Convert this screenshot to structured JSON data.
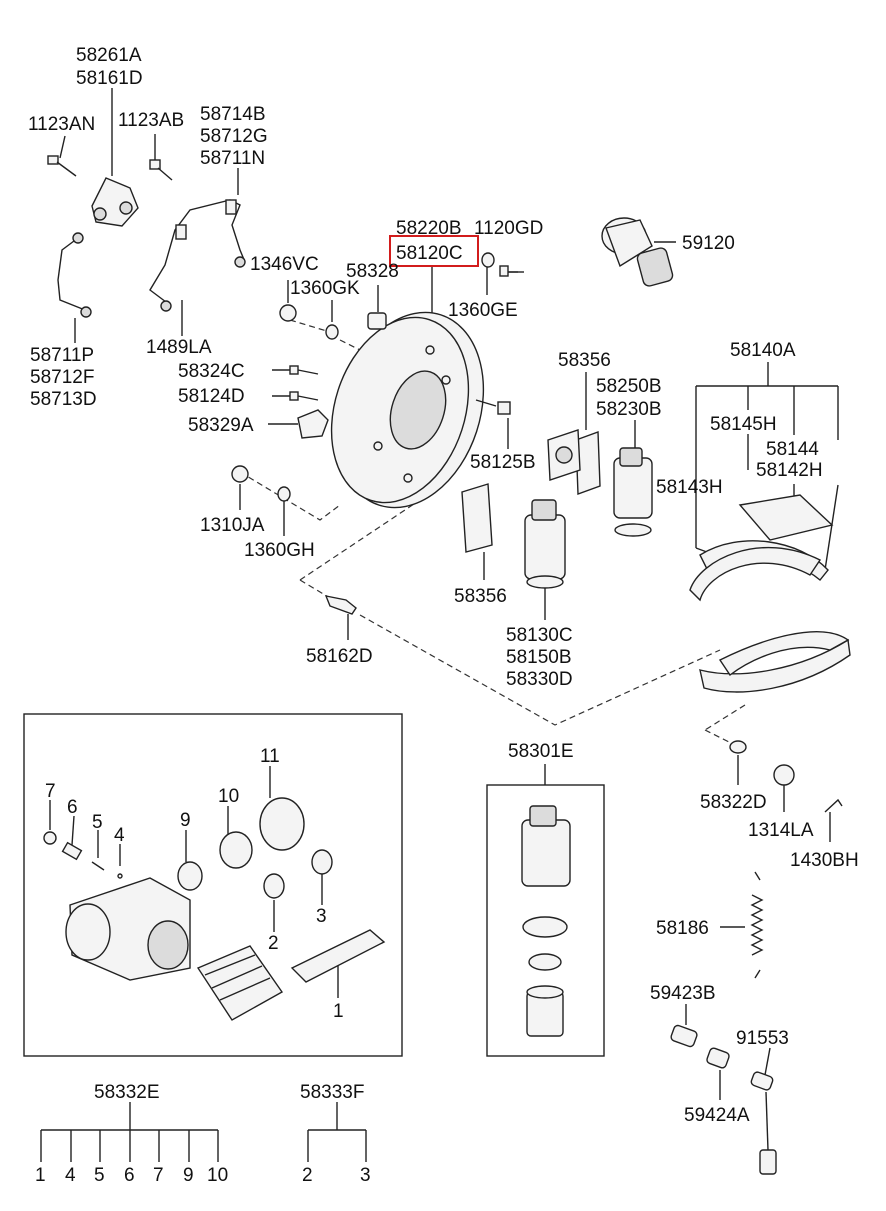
{
  "highlight_color": "#d21c1c",
  "labels": [
    {
      "id": "l1",
      "text": "58261A"
    },
    {
      "id": "l2",
      "text": "58161D"
    },
    {
      "id": "l3",
      "text": "1123AN"
    },
    {
      "id": "l4",
      "text": "1123AB"
    },
    {
      "id": "l5",
      "text": "58714B"
    },
    {
      "id": "l6",
      "text": "58712G"
    },
    {
      "id": "l7",
      "text": "58711N"
    },
    {
      "id": "l8",
      "text": "58220B"
    },
    {
      "id": "l9",
      "text": "1120GD"
    },
    {
      "id": "l10",
      "text": "58120C",
      "highlighted": true
    },
    {
      "id": "l11",
      "text": "59120"
    },
    {
      "id": "l12",
      "text": "1346VC"
    },
    {
      "id": "l13",
      "text": "58328"
    },
    {
      "id": "l14",
      "text": "1360GK"
    },
    {
      "id": "l15",
      "text": "1360GE"
    },
    {
      "id": "l16",
      "text": "58711P"
    },
    {
      "id": "l17",
      "text": "58712F"
    },
    {
      "id": "l18",
      "text": "58713D"
    },
    {
      "id": "l19",
      "text": "1489LA"
    },
    {
      "id": "l20",
      "text": "58356"
    },
    {
      "id": "l21",
      "text": "58140A"
    },
    {
      "id": "l22",
      "text": "58324C"
    },
    {
      "id": "l23",
      "text": "58250B"
    },
    {
      "id": "l24",
      "text": "58230B"
    },
    {
      "id": "l25",
      "text": "58124D"
    },
    {
      "id": "l26",
      "text": "58145H"
    },
    {
      "id": "l27",
      "text": "58329A"
    },
    {
      "id": "l28",
      "text": "58144"
    },
    {
      "id": "l29",
      "text": "58142H"
    },
    {
      "id": "l30",
      "text": "58125B"
    },
    {
      "id": "l31",
      "text": "58143H"
    },
    {
      "id": "l32",
      "text": "1310JA"
    },
    {
      "id": "l33",
      "text": "1360GH"
    },
    {
      "id": "l34",
      "text": "58356"
    },
    {
      "id": "l35",
      "text": "58130C"
    },
    {
      "id": "l36",
      "text": "58150B"
    },
    {
      "id": "l37",
      "text": "58330D"
    },
    {
      "id": "l38",
      "text": "58162D"
    },
    {
      "id": "l39",
      "text": "58301E"
    },
    {
      "id": "l40",
      "text": "11"
    },
    {
      "id": "l41",
      "text": "7"
    },
    {
      "id": "l42",
      "text": "6"
    },
    {
      "id": "l43",
      "text": "5"
    },
    {
      "id": "l44",
      "text": "4"
    },
    {
      "id": "l45",
      "text": "10"
    },
    {
      "id": "l46",
      "text": "9"
    },
    {
      "id": "l47",
      "text": "3"
    },
    {
      "id": "l48",
      "text": "2"
    },
    {
      "id": "l49",
      "text": "1"
    },
    {
      "id": "l50",
      "text": "58322D"
    },
    {
      "id": "l51",
      "text": "1314LA"
    },
    {
      "id": "l52",
      "text": "1430BH"
    },
    {
      "id": "l53",
      "text": "58186"
    },
    {
      "id": "l54",
      "text": "59423B"
    },
    {
      "id": "l55",
      "text": "91553"
    },
    {
      "id": "l56",
      "text": "59424A"
    },
    {
      "id": "l57",
      "text": "58332E"
    },
    {
      "id": "l58",
      "text": "58333F"
    },
    {
      "id": "l59",
      "text": "1"
    },
    {
      "id": "l60",
      "text": "4"
    },
    {
      "id": "l61",
      "text": "5"
    },
    {
      "id": "l62",
      "text": "6"
    },
    {
      "id": "l63",
      "text": "7"
    },
    {
      "id": "l64",
      "text": "9"
    },
    {
      "id": "l65",
      "text": "10"
    },
    {
      "id": "l66",
      "text": "2"
    },
    {
      "id": "l67",
      "text": "3"
    }
  ]
}
